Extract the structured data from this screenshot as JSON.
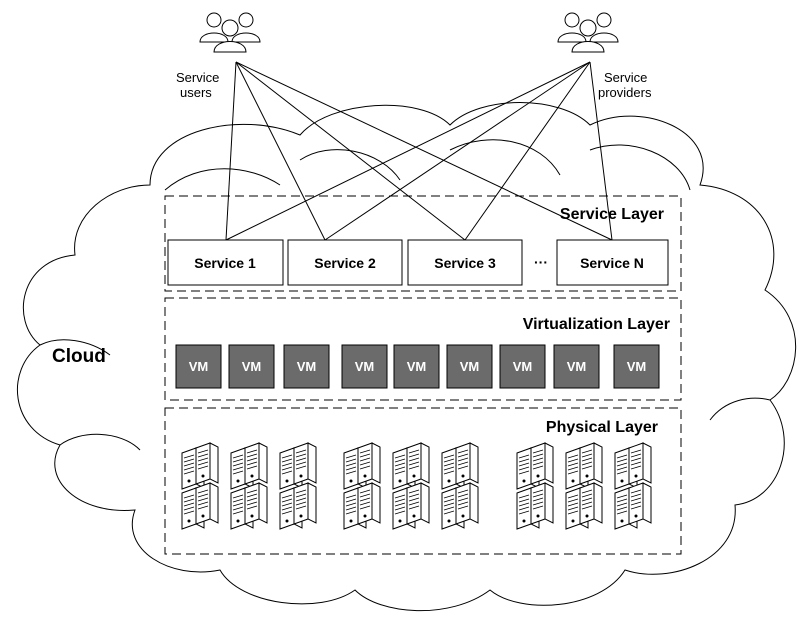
{
  "cloud_label": "Cloud",
  "actors": {
    "users": {
      "line1": "Service",
      "line2": "users",
      "icon": "users-icon"
    },
    "providers": {
      "line1": "Service",
      "line2": "providers",
      "icon": "providers-icon"
    }
  },
  "layers": {
    "service": "Service Layer",
    "virtualization": "Virtualization Layer",
    "physical": "Physical Layer"
  },
  "services": [
    "Service 1",
    "Service 2",
    "Service 3",
    "Service N"
  ],
  "ellipsis": "···",
  "vm_label": "VM",
  "vm_count": 9,
  "server_groups": 3,
  "server_racks_per_group": 3,
  "colors": {
    "vm_fill": "#6b6b6b",
    "stroke": "#000000",
    "background": "#ffffff"
  }
}
